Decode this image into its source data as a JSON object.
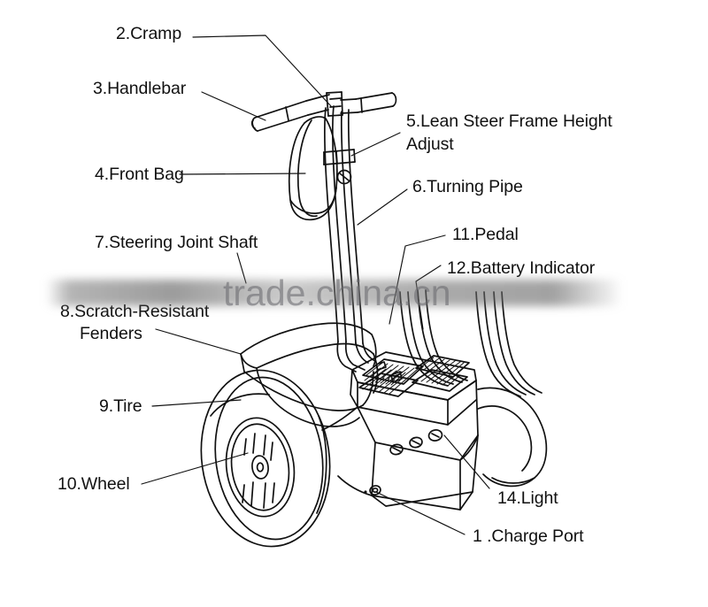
{
  "document": {
    "title": "Self Balancing Electric Scooter — Parts Callout Diagram",
    "kind": "line-art technical illustration",
    "background_color": "#ffffff",
    "line_color": "#111111"
  },
  "watermark": {
    "text": "trade.china.cn",
    "color": "#6a6a6e",
    "band_present": true
  },
  "callouts": [
    {
      "id": "2",
      "label": "2.Cramp"
    },
    {
      "id": "3",
      "label": "3.Handlebar"
    },
    {
      "id": "4",
      "label": "4.Front Bag"
    },
    {
      "id": "5a",
      "label": "5.Lean Steer Frame Height"
    },
    {
      "id": "5b",
      "label": "Adjust"
    },
    {
      "id": "6",
      "label": "6.Turning Pipe"
    },
    {
      "id": "7",
      "label": "7.Steering Joint Shaft"
    },
    {
      "id": "11",
      "label": "11.Pedal"
    },
    {
      "id": "12",
      "label": "12.Battery Indicator"
    },
    {
      "id": "8a",
      "label": "8.Scratch-Resistant"
    },
    {
      "id": "8b",
      "label": "Fenders"
    },
    {
      "id": "9",
      "label": "9.Tire"
    },
    {
      "id": "10",
      "label": "10.Wheel"
    },
    {
      "id": "14",
      "label": "14.Light"
    },
    {
      "id": "1",
      "label": "1 .Charge Port"
    }
  ],
  "parts": {
    "cramp": "2.Cramp",
    "handlebar": "3.Handlebar",
    "front_bag": "4.Front Bag",
    "lean_steer_line1": "5.Lean Steer Frame Height",
    "lean_steer_line2": "Adjust",
    "turning_pipe": "6.Turning Pipe",
    "steering_joint_shaft": "7.Steering Joint Shaft",
    "pedal": "11.Pedal",
    "battery_indicator": "12.Battery Indicator",
    "fenders_line1": "8.Scratch-Resistant",
    "fenders_line2": "Fenders",
    "tire": "9.Tire",
    "wheel": "10.Wheel",
    "light": "14.Light",
    "charge_port": "1 .Charge Port"
  }
}
